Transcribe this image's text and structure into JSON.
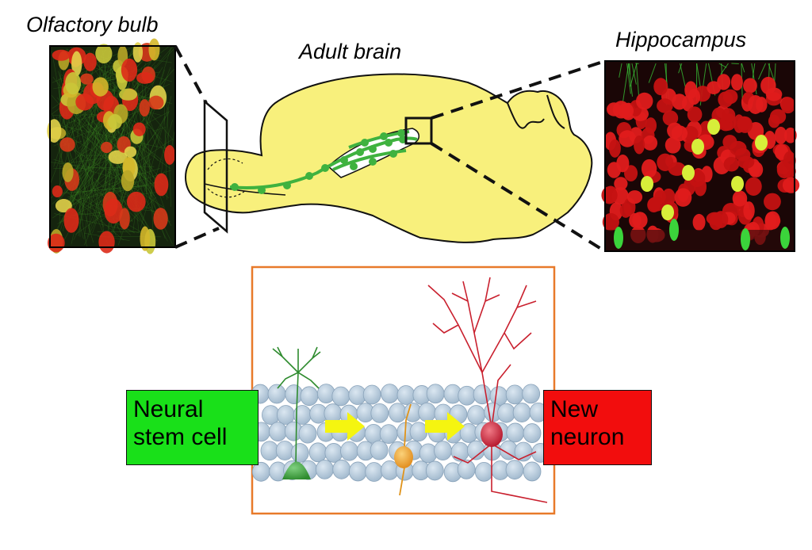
{
  "titles": {
    "olfactory_bulb": "Olfactory bulb",
    "adult_brain": "Adult brain",
    "hippocampus": "Hippocampus"
  },
  "labels": {
    "neural_stem_cell": [
      "Neural",
      "stem cell"
    ],
    "new_neuron": [
      "New",
      "neuron"
    ]
  },
  "colors": {
    "brain_fill": "#f8f07c",
    "pathway_green": "#3fb23f",
    "stem_cell_box": "#19e019",
    "new_neuron_box": "#f20d0d",
    "frame_orange": "#e87a2a",
    "progenitor_orange": "#f2a93b",
    "neuron_red": "#c9202e",
    "tissue_cells": "#b4c9da",
    "arrow_yellow": "#f5f510"
  }
}
